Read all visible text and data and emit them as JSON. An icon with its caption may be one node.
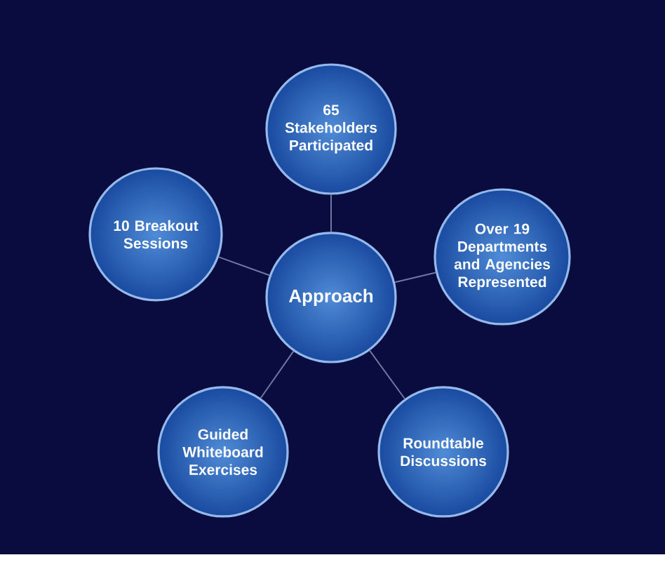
{
  "diagram": {
    "nodes": [
      {
        "text": [
          "Approach"
        ]
      },
      {
        "text": [
          "65 Stakeholders Participated"
        ]
      },
      {
        "text": [
          "Over 19 Departments and Agencies Represented"
        ]
      },
      {
        "text": [
          "Roundtable Discussions"
        ]
      },
      {
        "text": [
          "Guided Whiteboard Exercises"
        ]
      },
      {
        "text": [
          "10 Breakout Sessions"
        ]
      }
    ],
    "edges": [
      {
        "from": 0,
        "to": 1,
        "arrow": "none"
      },
      {
        "from": 0,
        "to": 2,
        "arrow": "none"
      },
      {
        "from": 0,
        "to": 3,
        "arrow": "none"
      },
      {
        "from": 0,
        "to": 4,
        "arrow": "none"
      },
      {
        "from": 0,
        "to": 5,
        "arrow": "none"
      }
    ]
  }
}
